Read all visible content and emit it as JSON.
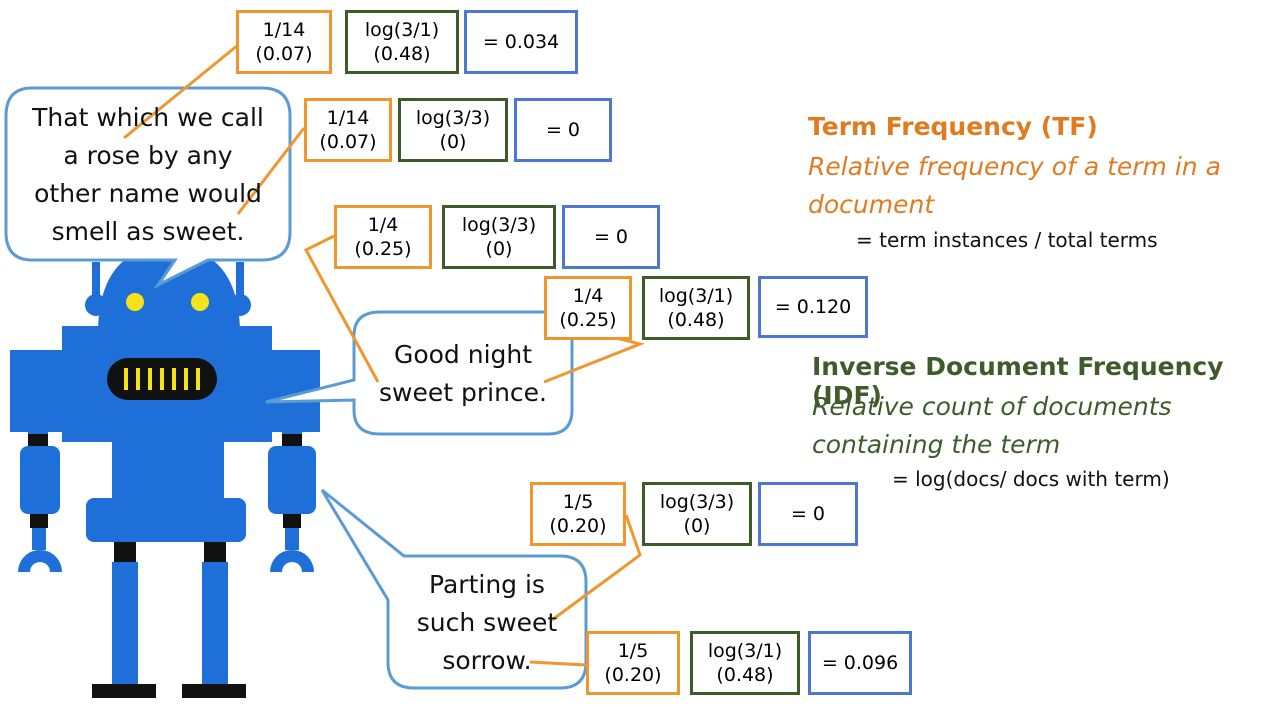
{
  "colors": {
    "tf": "#F0962F",
    "idf": "#3E5B2A",
    "result": "#4C79CF",
    "robot": "#1F6FD8"
  },
  "bubbles": {
    "rose": [
      "That which we call",
      "a rose by any",
      "other name would",
      "smell as sweet."
    ],
    "prince": [
      "Good night",
      "sweet prince."
    ],
    "sorrow": [
      "Parting is",
      "such sweet",
      "sorrow."
    ]
  },
  "calcs": [
    {
      "tf": [
        "1/14",
        "(0.07)"
      ],
      "idf": [
        "log(3/1)",
        "(0.48)"
      ],
      "result": "= 0.034"
    },
    {
      "tf": [
        "1/14",
        "(0.07)"
      ],
      "idf": [
        "log(3/3)",
        "(0)"
      ],
      "result": "= 0"
    },
    {
      "tf": [
        "1/4",
        "(0.25)"
      ],
      "idf": [
        "log(3/3)",
        "(0)"
      ],
      "result": "= 0"
    },
    {
      "tf": [
        "1/4",
        "(0.25)"
      ],
      "idf": [
        "log(3/1)",
        "(0.48)"
      ],
      "result": "= 0.120"
    },
    {
      "tf": [
        "1/5",
        "(0.20)"
      ],
      "idf": [
        "log(3/3)",
        "(0)"
      ],
      "result": "= 0"
    },
    {
      "tf": [
        "1/5",
        "(0.20)"
      ],
      "idf": [
        "log(3/1)",
        "(0.48)"
      ],
      "result": "= 0.096"
    }
  ],
  "legend": {
    "tf_title": "Term Frequency (TF)",
    "tf_desc": [
      "Relative frequency of a term in a",
      "document"
    ],
    "tf_formula": "= term instances / total terms",
    "idf_title": "Inverse Document Frequency (IDF)",
    "idf_desc": [
      "Relative count of documents",
      "containing the term"
    ],
    "idf_formula": "= log(docs/ docs with term)"
  }
}
